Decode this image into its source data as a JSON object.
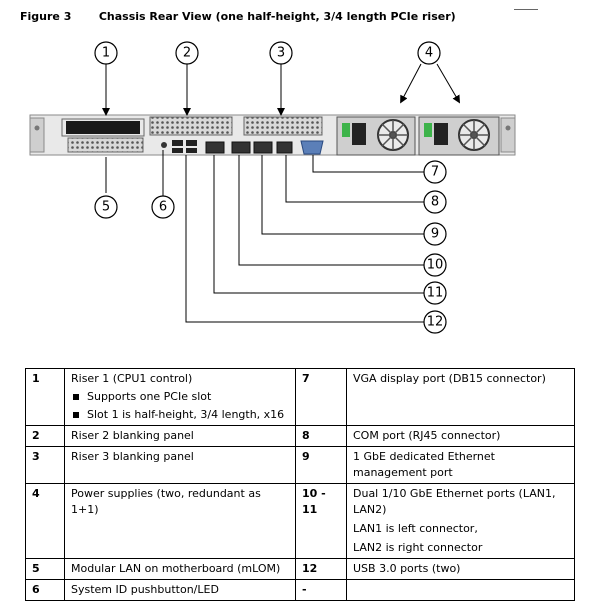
{
  "figure": {
    "number": "Figure 3",
    "title": "Chassis Rear View (one half-height, 3/4 length PCIe riser)"
  },
  "callouts": [
    "1",
    "2",
    "3",
    "4",
    "5",
    "6",
    "7",
    "8",
    "9",
    "10",
    "11",
    "12"
  ],
  "legend": {
    "rows": [
      {
        "left_num": "1",
        "left_text": "Riser 1 (CPU1 control)",
        "left_bullets": [
          "Supports one PCIe slot",
          "Slot 1 is half-height, 3/4 length, x16"
        ],
        "right_num": "7",
        "right_text": "VGA display port (DB15 connector)"
      },
      {
        "left_num": "2",
        "left_text": "Riser 2 blanking panel",
        "right_num": "8",
        "right_text": "COM port (RJ45 connector)"
      },
      {
        "left_num": "3",
        "left_text": "Riser 3 blanking panel",
        "right_num": "9",
        "right_text": "1 GbE dedicated Ethernet management port"
      },
      {
        "left_num": "4",
        "left_text": "Power supplies (two, redundant as 1+1)",
        "right_num": "10 - 11",
        "right_text": "Dual 1/10 GbE Ethernet ports (LAN1, LAN2)",
        "right_lines": [
          "LAN1 is left connector,",
          "LAN2 is right connector"
        ]
      },
      {
        "left_num": "5",
        "left_text": "Modular LAN on motherboard (mLOM)",
        "right_num": "12",
        "right_text": "USB 3.0 ports (two)"
      },
      {
        "left_num": "6",
        "left_text": "System ID pushbutton/LED",
        "right_num": "-",
        "right_text": ""
      }
    ]
  }
}
